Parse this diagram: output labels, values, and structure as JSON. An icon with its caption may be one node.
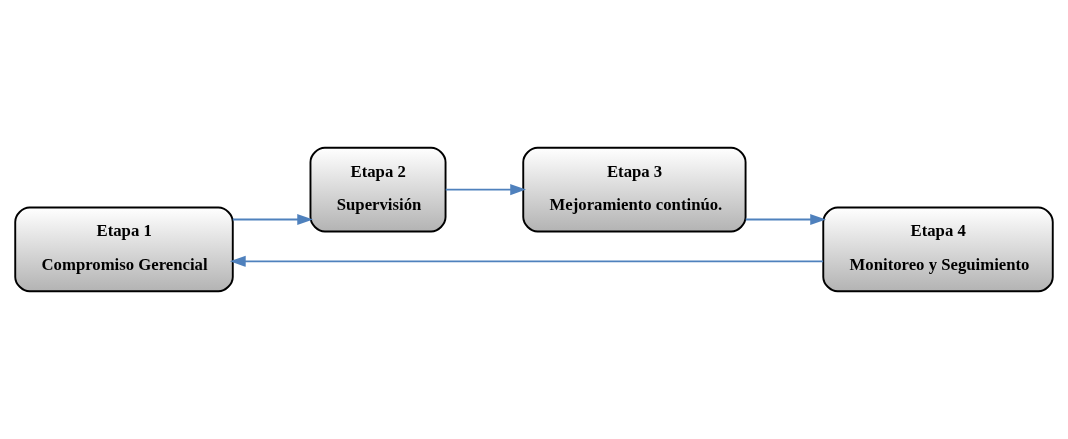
{
  "diagram": {
    "nodes": [
      {
        "text": [
          "Etapa 1",
          "Compromiso Gerencial"
        ]
      },
      {
        "text": [
          "Etapa 4",
          "Monitoreo y Seguimiento"
        ]
      },
      {
        "text": [
          "Etapa 3",
          "Mejoramiento continúo."
        ]
      },
      {
        "text": [
          "Etapa 2",
          "Supervisión"
        ]
      }
    ],
    "edges": [
      {
        "from": 0,
        "to": 3,
        "arrow": "to"
      },
      {
        "from": 3,
        "to": 2,
        "arrow": "to"
      },
      {
        "from": 2,
        "to": 1,
        "arrow": "to"
      },
      {
        "from": 1,
        "to": 0,
        "arrow": "to"
      }
    ]
  }
}
